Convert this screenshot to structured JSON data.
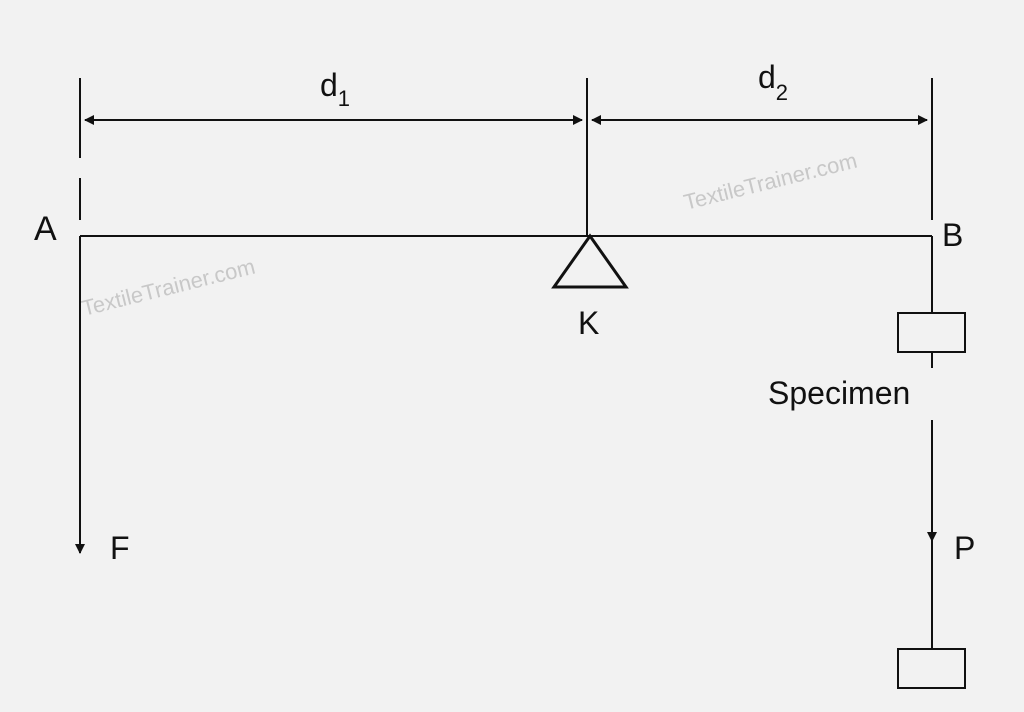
{
  "diagram": {
    "labels": {
      "point_a": "A",
      "point_b": "B",
      "pivot_k": "K",
      "force_f": "F",
      "force_p": "P",
      "specimen": "Specimen",
      "distance_1_main": "d",
      "distance_1_sub": "1",
      "distance_2_main": "d",
      "distance_2_sub": "2"
    },
    "watermark": "TextileTrainer.com",
    "colors": {
      "background": "#f2f2f2",
      "line": "#111111",
      "watermark": "#c8c8c8"
    }
  }
}
